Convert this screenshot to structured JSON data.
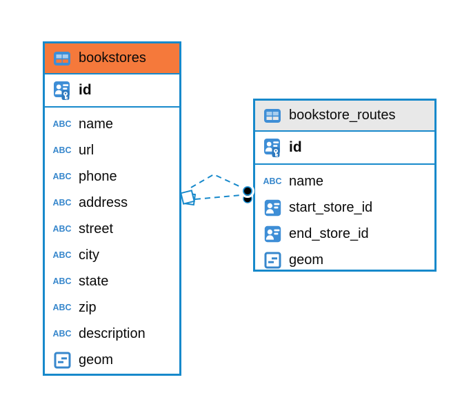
{
  "diagram": {
    "kind": "entity-relationship-diagram",
    "colors": {
      "accent_blue": "#1789CB",
      "icon_blue": "#3E8ED6",
      "bookstores_header_orange": "#F5793B",
      "bookstore_routes_header_gray": "#E8E8E8",
      "text_color": "#0a0a0a"
    },
    "tables": [
      {
        "name": "bookstores",
        "header_color": "#F5793B",
        "header_icon": "table-icon",
        "columns": [
          {
            "name": "id",
            "type_icon": "primary-key-icon",
            "primary_key": true
          },
          {
            "name": "name",
            "type_icon": "text-abc-icon"
          },
          {
            "name": "url",
            "type_icon": "text-abc-icon"
          },
          {
            "name": "phone",
            "type_icon": "text-abc-icon"
          },
          {
            "name": "address",
            "type_icon": "text-abc-icon"
          },
          {
            "name": "street",
            "type_icon": "text-abc-icon"
          },
          {
            "name": "city",
            "type_icon": "text-abc-icon"
          },
          {
            "name": "state",
            "type_icon": "text-abc-icon"
          },
          {
            "name": "zip",
            "type_icon": "text-abc-icon"
          },
          {
            "name": "description",
            "type_icon": "text-abc-icon"
          },
          {
            "name": "geom",
            "type_icon": "geometry-icon"
          }
        ]
      },
      {
        "name": "bookstore_routes",
        "header_color": "#E8E8E8",
        "header_icon": "table-icon",
        "columns": [
          {
            "name": "id",
            "type_icon": "primary-key-icon",
            "primary_key": true
          },
          {
            "name": "name",
            "type_icon": "text-abc-icon"
          },
          {
            "name": "start_store_id",
            "type_icon": "foreign-key-icon"
          },
          {
            "name": "end_store_id",
            "type_icon": "foreign-key-icon"
          },
          {
            "name": "geom",
            "type_icon": "geometry-icon"
          }
        ]
      }
    ],
    "relationships": [
      {
        "from_table": "bookstores",
        "from_column": "id",
        "to_table": "bookstore_routes",
        "to_column": "start_store_id",
        "line_style": "dashed"
      },
      {
        "from_table": "bookstores",
        "from_column": "id",
        "to_table": "bookstore_routes",
        "to_column": "end_store_id",
        "line_style": "dashed"
      }
    ]
  }
}
